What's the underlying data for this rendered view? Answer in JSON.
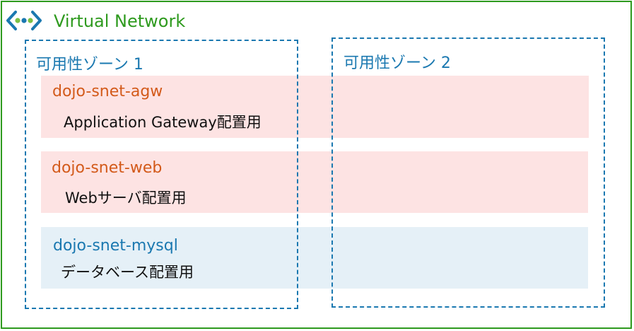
{
  "virtual_network": {
    "title": "Virtual Network",
    "icon": "virtual-network-icon",
    "border_color": "#2e9a1e",
    "icon_colors": {
      "brackets": "#1a78b0",
      "dot_left": "#7ac143",
      "dot_middle": "#1a78b0",
      "dot_right": "#7ac143"
    }
  },
  "zones": [
    {
      "label": "可用性ゾーン 1"
    },
    {
      "label": "可用性ゾーン 2"
    }
  ],
  "zone_border_color": "#1a78b0",
  "subnets": [
    {
      "name": "dojo-snet-agw",
      "description": "Application Gateway配置用",
      "fill": "#fde3e3",
      "name_color": "#d35a1a"
    },
    {
      "name": "dojo-snet-web",
      "description": "Webサーバ配置用",
      "fill": "#fde3e3",
      "name_color": "#d35a1a"
    },
    {
      "name": "dojo-snet-mysql",
      "description": "データベース配置用",
      "fill": "#e5f0f7",
      "name_color": "#1a78b0"
    }
  ]
}
